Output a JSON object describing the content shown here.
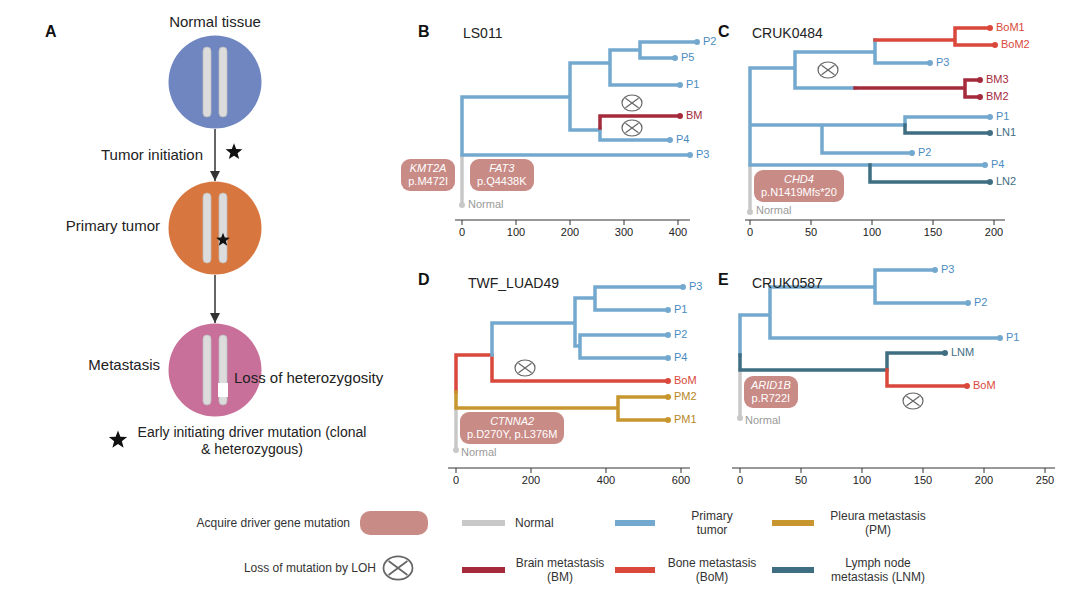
{
  "diagram": {
    "nodes": [
      {
        "text": [
          "Normal tissue"
        ]
      },
      {
        "text": [
          "Primary tumor"
        ]
      },
      {
        "text": [
          "Metastasis",
          "Loss of heterozygosity"
        ]
      },
      {
        "text": [
          "KMT2A p.M472I"
        ]
      },
      {
        "text": [
          "FAT3 p.Q4438K"
        ]
      },
      {
        "text": [
          "CHD4 p.N1419Mfs*20"
        ]
      },
      {
        "text": [
          "CTNNA2 p.D270Y, p.L376M"
        ]
      },
      {
        "text": [
          "ARID1B p.R722I"
        ]
      }
    ],
    "edges": [
      {
        "from": 0,
        "to": 1,
        "arrow": "to",
        "label": "Tumor initiation"
      },
      {
        "from": 1,
        "to": 2,
        "arrow": "to"
      }
    ],
    "labels": [
      "A",
      "Early initiating driver mutation (clonal & heterozygous)",
      "B",
      "LS011",
      "P2",
      "P5",
      "P1",
      "BM",
      "P4",
      "P3",
      "Normal",
      "0",
      "100",
      "200",
      "300",
      "400",
      "C",
      "CRUK0484",
      "BoM1",
      "BoM2",
      "P3",
      "BM3",
      "BM2",
      "P1",
      "LN1",
      "P2",
      "P4",
      "LN2",
      "Normal",
      "0",
      "50",
      "100",
      "150",
      "200",
      "D",
      "TWF_LUAD49",
      "P3",
      "P1",
      "P2",
      "P4",
      "BoM",
      "PM2",
      "PM1",
      "Normal",
      "0",
      "200",
      "400",
      "600",
      "E",
      "CRUK0587",
      "P3",
      "P2",
      "P1",
      "LNM",
      "BoM",
      "Normal",
      "0",
      "50",
      "100",
      "150",
      "200",
      "250"
    ],
    "legend": [
      {
        "text": "Acquire driver gene mutation",
        "color": "#c98b86"
      },
      {
        "text": "Normal",
        "color": "#c8c8c8"
      },
      {
        "text": "Primary tumor",
        "color": "#74a9cf"
      },
      {
        "text": "Pleura metastasis (PM)",
        "color": "#c8962e"
      },
      {
        "text": "Loss of mutation by LOH"
      },
      {
        "text": "Brain metastasis (BM)",
        "color": "#a52a3c"
      },
      {
        "text": "Bone metastasis (BoM)",
        "color": "#d9483b"
      },
      {
        "text": "Lymph node metastasis (LNM)",
        "color": "#3f6e82"
      }
    ]
  }
}
